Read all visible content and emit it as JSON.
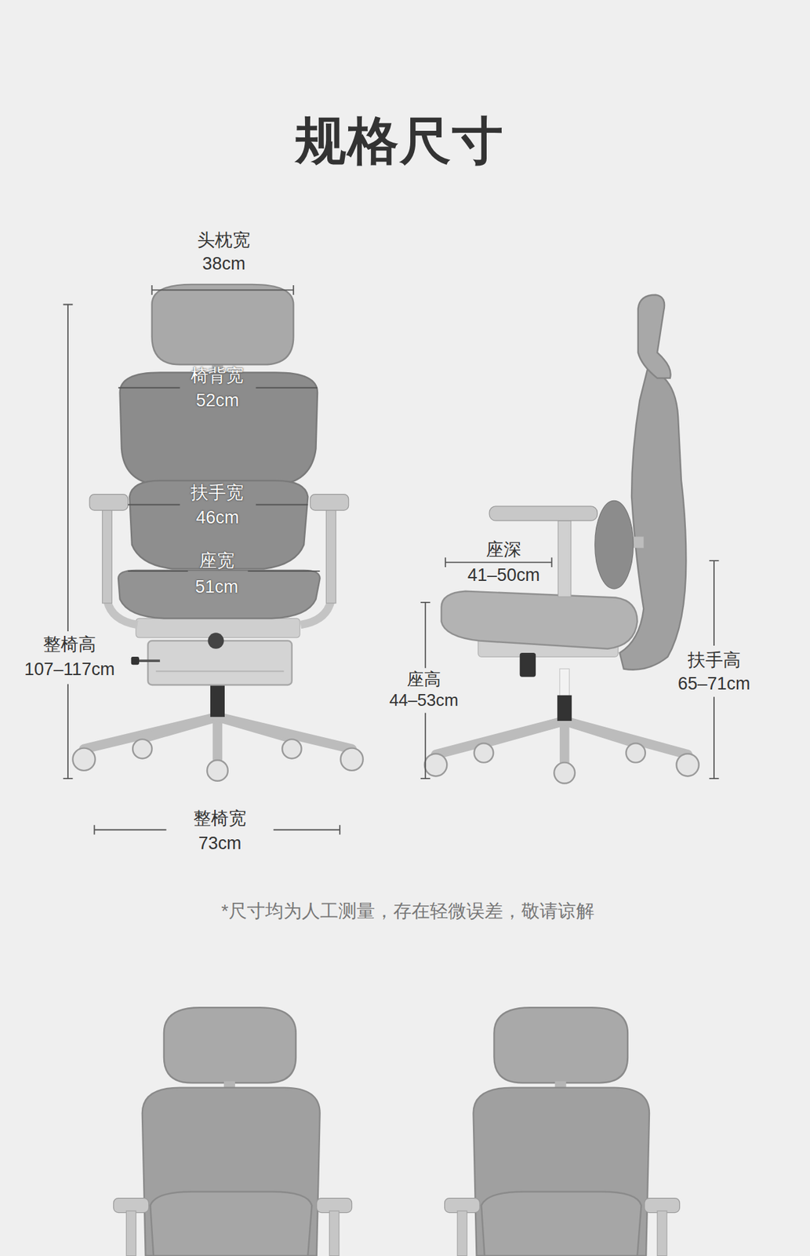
{
  "diagram": {
    "title": "规格尺寸",
    "labels": [
      "头枕宽",
      "38cm",
      "椅背宽",
      "52cm",
      "扶手宽",
      "46cm",
      "座宽",
      "51cm",
      "整椅高",
      "107–117cm",
      "座深",
      "41–50cm",
      "扶手高",
      "65–71cm",
      "座高",
      "44–53cm",
      "整椅宽",
      "73cm",
      "*尺寸均为人工测量，存在轻微误差，敬请谅解"
    ]
  }
}
